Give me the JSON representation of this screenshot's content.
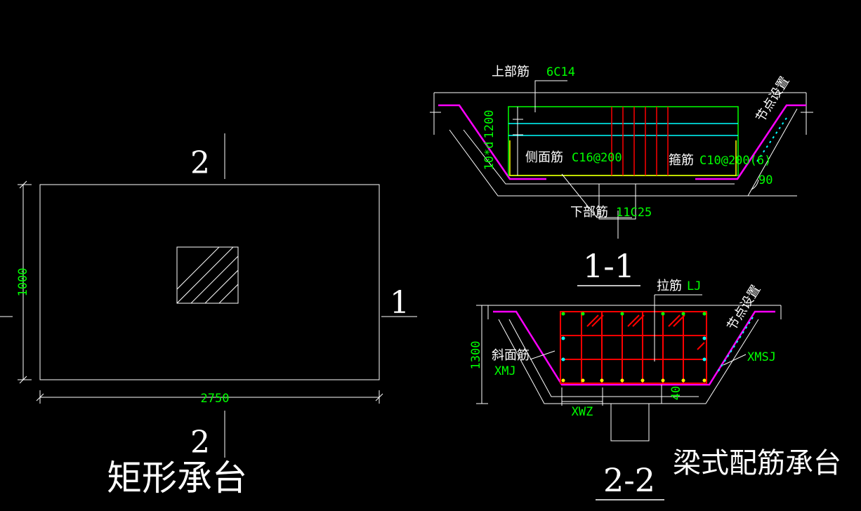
{
  "plan": {
    "section_mark_top": "2",
    "section_mark_bottom": "2",
    "section_mark_right": "1",
    "dim_height": "1000",
    "dim_width": "2750",
    "title": "矩形承台"
  },
  "section_1_1": {
    "top_bar_label": "上部筋",
    "top_bar_value": "6C14",
    "dim_height": "1200",
    "dim_anchor": "10*d",
    "side_bar_label": "侧面筋",
    "side_bar_value": "C16@200",
    "stirrup_label": "箍筋",
    "stirrup_value": "C10@200(6)",
    "angle": "90",
    "node_note": "节点设置",
    "bottom_bar_label": "下部筋",
    "bottom_bar_value": "11C25",
    "title": "1-1"
  },
  "section_2_2": {
    "tie_label": "拉筋",
    "tie_value": "LJ",
    "node_note": "节点设置",
    "dim_height": "1300",
    "slant_label": "斜面筋",
    "slant_value": "XMJ",
    "right_value": "XMSJ",
    "dim_40": "40",
    "width_value": "XWZ",
    "title": "2-2"
  },
  "drawing_title": "梁式配筋承台",
  "colors": {
    "background": "#000000",
    "line": "#ffffff",
    "dimension_text": "#00ff00",
    "rebar_red": "#ff0000",
    "rebar_magenta": "#ff00ff",
    "rebar_cyan": "#00ffff",
    "rebar_yellow": "#ffff00",
    "rebar_green": "#00ff00"
  }
}
